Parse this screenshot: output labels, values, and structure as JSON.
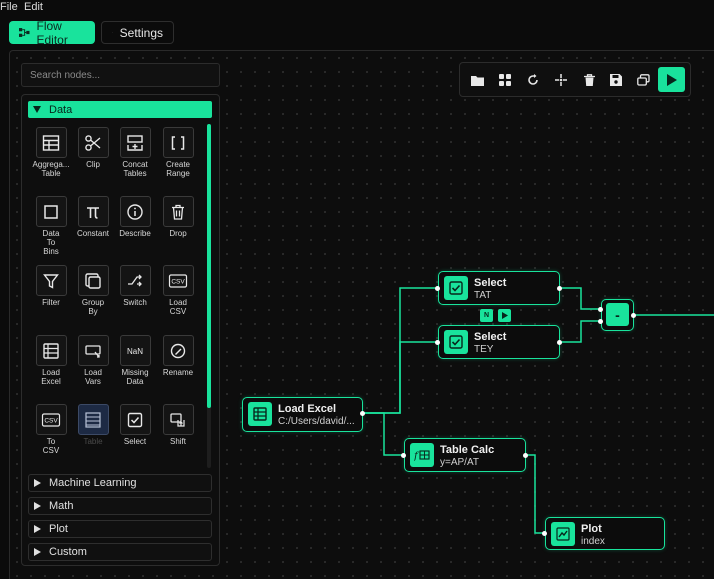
{
  "menu": {
    "file": "File",
    "edit": "Edit"
  },
  "top_tabs": {
    "flow_editor": "Flow Editor",
    "settings": "Settings"
  },
  "search": {
    "placeholder": "Search nodes..."
  },
  "categories": {
    "data": "Data",
    "machine_learning": "Machine Learning",
    "math": "Math",
    "plot": "Plot",
    "custom": "Custom"
  },
  "tiles": [
    {
      "label": "Aggrega... Table",
      "icon": "table-icon"
    },
    {
      "label": "Clip",
      "icon": "scissors-icon"
    },
    {
      "label": "Concat Tables",
      "icon": "concat-icon"
    },
    {
      "label": "Create Range",
      "icon": "brackets-icon"
    },
    {
      "label": "Data To Bins",
      "icon": "square-icon"
    },
    {
      "label": "Constant",
      "icon": "pi-icon"
    },
    {
      "label": "Describe",
      "icon": "info-icon"
    },
    {
      "label": "Drop",
      "icon": "trash-icon"
    },
    {
      "label": "Filter",
      "icon": "funnel-icon"
    },
    {
      "label": "Group By",
      "icon": "group-icon"
    },
    {
      "label": "Switch",
      "icon": "switch-icon"
    },
    {
      "label": "Load CSV",
      "icon": "csv-icon",
      "badge": "CSV"
    },
    {
      "label": "Load Excel",
      "icon": "spreadsheet-icon"
    },
    {
      "label": "Load Vars",
      "icon": "vars-icon"
    },
    {
      "label": "Missing Data",
      "icon": "nan-icon",
      "badge": "NaN"
    },
    {
      "label": "Rename",
      "icon": "rename-icon"
    },
    {
      "label": "To CSV",
      "icon": "csv-export-icon",
      "badge": "CSV"
    },
    {
      "label": "Table",
      "icon": "table-view-icon"
    },
    {
      "label": "Select",
      "icon": "checkbox-icon"
    },
    {
      "label": "Shift",
      "icon": "shift-icon"
    }
  ],
  "nodes": {
    "load_excel": {
      "title": "Load Excel",
      "subtitle": "C:/Users/david/..."
    },
    "select_tat": {
      "title": "Select",
      "subtitle": "TAT"
    },
    "select_tey": {
      "title": "Select",
      "subtitle": "TEY"
    },
    "subtract": {
      "symbol": "-"
    },
    "table_calc": {
      "title": "Table Calc",
      "subtitle": "y=AP/AT"
    },
    "plot": {
      "title": "Plot",
      "subtitle": "index"
    }
  },
  "mini_buttons": {
    "n_badge": "N"
  },
  "colors": {
    "accent": "#19e39c",
    "background": "#0b0b0b"
  }
}
